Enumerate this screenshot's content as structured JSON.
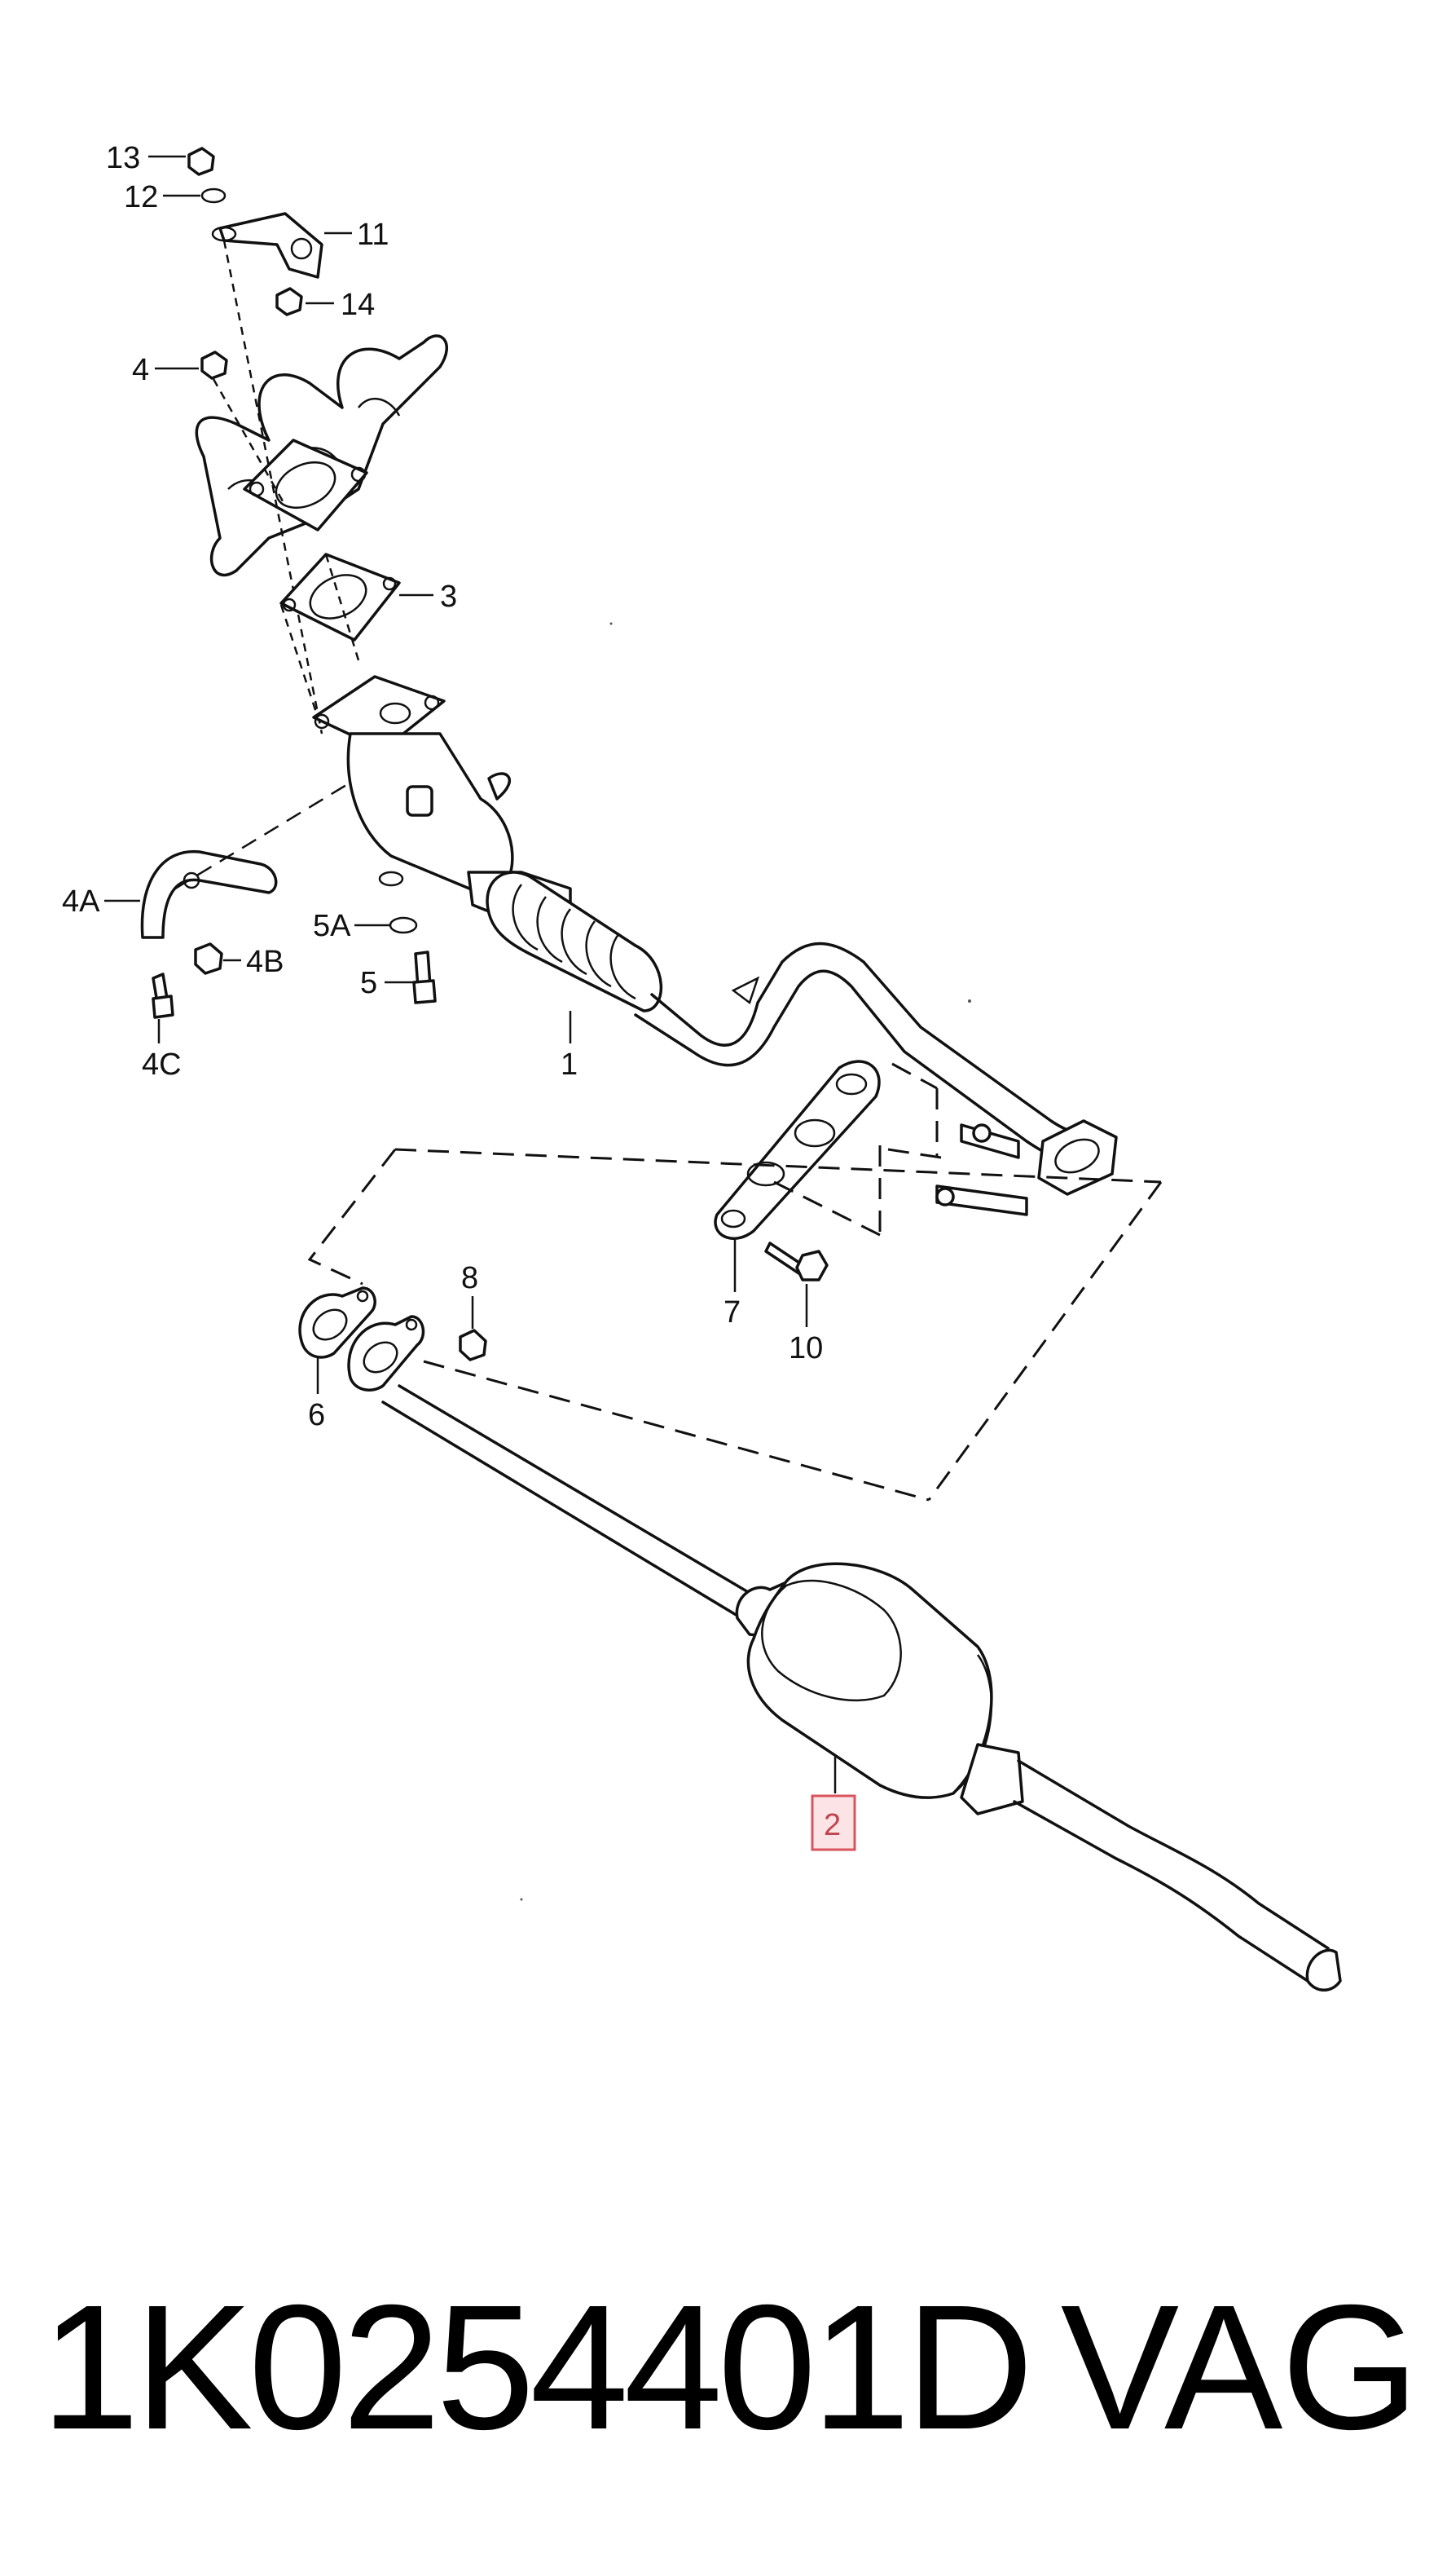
{
  "callouts": [
    {
      "id": "c13",
      "text": "13"
    },
    {
      "id": "c12",
      "text": "12"
    },
    {
      "id": "c11",
      "text": "11"
    },
    {
      "id": "c14",
      "text": "14"
    },
    {
      "id": "c4",
      "text": "4"
    },
    {
      "id": "c3",
      "text": "3"
    },
    {
      "id": "c4A",
      "text": "4A"
    },
    {
      "id": "c4B",
      "text": "4B"
    },
    {
      "id": "c4C",
      "text": "4C"
    },
    {
      "id": "c5A",
      "text": "5A"
    },
    {
      "id": "c5",
      "text": "5"
    },
    {
      "id": "c1",
      "text": "1"
    },
    {
      "id": "c7",
      "text": "7"
    },
    {
      "id": "c10",
      "text": "10"
    },
    {
      "id": "c8",
      "text": "8"
    },
    {
      "id": "c6",
      "text": "6"
    },
    {
      "id": "c2",
      "text": "2",
      "highlighted": true
    }
  ],
  "footer": {
    "part_number": "1K0254401D",
    "brand": "VAG"
  },
  "colors": {
    "highlight_fill": "#fbe3e6",
    "highlight_stroke": "#d9545f",
    "ink": "#111111"
  }
}
